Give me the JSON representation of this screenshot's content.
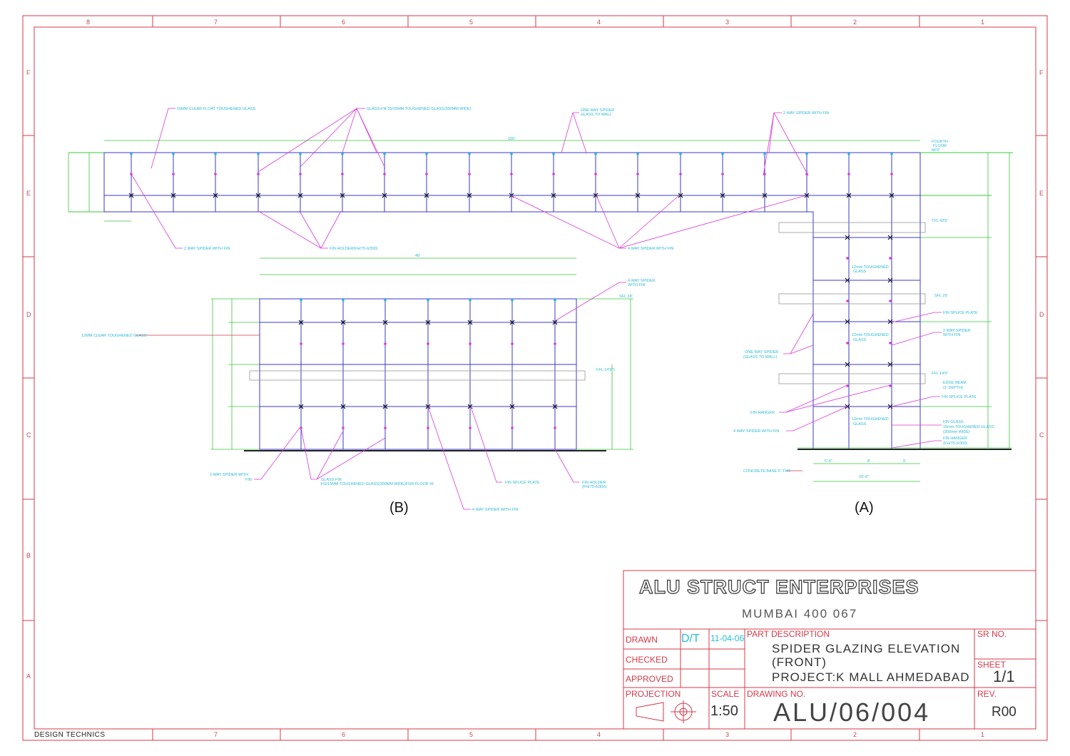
{
  "border": {
    "zones_top": [
      "8",
      "7",
      "6",
      "5",
      "4",
      "3",
      "2",
      "1"
    ],
    "zones_bottom": [
      "7",
      "6",
      "5",
      "4",
      "3",
      "2",
      "1"
    ],
    "zones_side": [
      "F",
      "E",
      "D",
      "C",
      "B",
      "A"
    ],
    "footer_note": "DESIGN TECHNICS"
  },
  "views": {
    "b_label": "(B)",
    "a_label": "(A)"
  },
  "annotations": {
    "top_glass": "15MM CLEAR FLOAT TOUGHENED GLASS",
    "top_glass2": "GLASS-FN-15/15MM TOUGHENED GLASS(300MM WIDE)",
    "one_way_top": "ONE WAY SPIDER",
    "one_way_top2": "GLASS TO WALL",
    "two_way_top": "2 WAY SPIDER WITH FIN",
    "fourth_floor": "FOURTH",
    "fourth_floor2": "FLOOR",
    "fourth_floor3": "66'6\"",
    "two_way_bottom": "2 WAY SPIDER WITH FIN",
    "fin_holder_top": "FIN HOLDER(FH/75-6/300)",
    "four_way_top": "4 WAY SPIDER WITH FIN",
    "top_dim": "150'",
    "b_dim": "40'",
    "b_clear_glass": "12MM CLEAR TOUGHENED GLASS",
    "b_four_way": "4 WAY SPIDER",
    "b_four_way2": "WITH FIN",
    "b_sfl": "SFL 28'",
    "b_ffl": "FFL 14'9\"1",
    "b_two_way": "2 WAY SPIDER WITH",
    "b_two_way2": "FIN",
    "b_glass_fin": "GLASS FIN",
    "b_glass_fin2": "FG/15MM TOUGHENED GLASS(300MM WIDE)FOR FLOOR HI",
    "b_fin_splice": "FIN SPLICE PLATE",
    "b_fin_holder": "FIN HOLDER",
    "b_fin_holder2": "(FH/75-6/300)",
    "b_four_way_fin": "4 WAY SPIDER WITH FIN",
    "a_tfl": "TFL 43'6\"",
    "a_sfl": "SFL 29'",
    "a_ffl": "FFL 14'6\"",
    "a_glass1": "12mm TOUGHENED",
    "a_glass1b": "GLASS",
    "a_glass2": "12mm TOUGHENED",
    "a_glass2b": "GLASS",
    "a_glass3": "12mm TOUGHENED",
    "a_glass3b": "GLASS",
    "a_fin_splice1": "FIN SPLICE PLATE",
    "a_two_way": "2 WAY SPIDER",
    "a_two_way2": "WITH FIN",
    "a_one_way": "ONE WAY SPIDER",
    "a_one_way2": "(GLASS TO WALL)",
    "a_edge_beam": "EDGE BEAM",
    "a_edge_beam2": "(1' DEPTH)",
    "a_fin_splice2": "FIN SPLICE PLATE",
    "a_fin_hanger": "FIN HANGER",
    "a_fin_glass": "FIN GLASS",
    "a_fin_glass2": "15mm  TOUGHENED GLASS",
    "a_fin_glass3": "(300mm WIDE)",
    "a_fin_hanger2": "FIN HANGER",
    "a_fin_hanger3": "(FH/75-6/300)",
    "a_four_way": "4 WAY SPIDER WITH FIN",
    "a_concrete": "CONCRETE BASE 6\" THK",
    "a_dim_total": "20'-6\"",
    "a_dim1": "5'-6\"",
    "a_dim2": "8'",
    "a_dim3": "5'"
  },
  "title_block": {
    "company": "ALU STRUCT ENTERPRISES",
    "city": "MUMBAI 400 067",
    "drawn_label": "DRAWN",
    "drawn_by": "D/T",
    "drawn_date": "11-04-06",
    "checked_label": "CHECKED",
    "approved_label": "APPROVED",
    "part_desc_label": "PART DESCRIPTION",
    "part_desc_line1": "SPIDER GLAZING ELEVATION",
    "part_desc_line2": "(FRONT)",
    "part_desc_line3": "PROJECT:K MALL AHMEDABAD",
    "sr_no_label": "SR NO.",
    "sheet_label": "SHEET",
    "sheet_value": "1/1",
    "projection_label": "PROJECTION",
    "scale_label": "SCALE",
    "scale_value": "1:50",
    "drawing_no_label": "DRAWING NO.",
    "drawing_no": "ALU/06/004",
    "rev_label": "REV.",
    "rev_value": "R00"
  },
  "colors": {
    "border": "#d43a4a",
    "cyan": "#25c0d8",
    "magenta": "#d83ad8",
    "blue": "#3a3ac8",
    "green": "#3ac83a"
  }
}
